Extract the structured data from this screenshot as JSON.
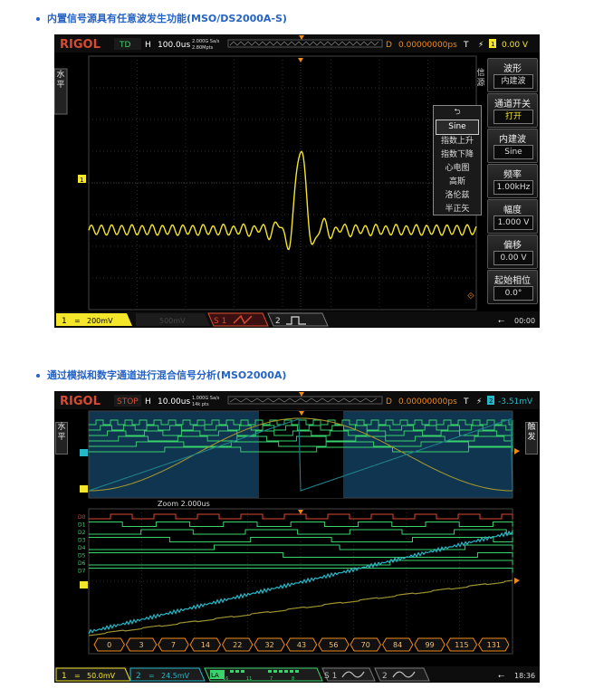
{
  "section1": {
    "heading": "内置信号源具有任意波发生功能(MSO/DS2000A-S)",
    "top_bar": {
      "brand": "RIGOL",
      "status": "TD",
      "horiz_label": "H",
      "timebase": "100.0us",
      "sample_rate": "2.000G Sa/s",
      "mem_depth": "2.80Mpts",
      "delay_label": "D",
      "delay_value": "0.00000000ps",
      "trig_label": "T",
      "trig_level": "0.00 V"
    },
    "left_tab": "水平",
    "menu_arrow": "⮌",
    "side_tab": "信源",
    "menu_items": [
      "Sine",
      "指数上升",
      "指数下降",
      "心电图",
      "高斯",
      "洛伦兹",
      "半正矢"
    ],
    "softkeys": [
      {
        "label": "波形",
        "value": "内建波"
      },
      {
        "label": "通道开关",
        "value": "打开"
      },
      {
        "label": "内建波",
        "value": "Sine"
      },
      {
        "label": "频率",
        "value": "1.00kHz"
      },
      {
        "label": "幅度",
        "value": "1.000 V"
      },
      {
        "label": "偏移",
        "value": "0.00 V"
      },
      {
        "label": "起始相位",
        "value": "0.0°"
      }
    ],
    "bottom_bar": {
      "ch1_num": "1",
      "ch1_scale": "200mV",
      "ch2_scale": "500mV",
      "src1": "S 1",
      "src2": "2",
      "time": "00:00"
    }
  },
  "section2": {
    "heading": "通过模拟和数字通道进行混合信号分析(MSO2000A)",
    "top_bar": {
      "brand": "RIGOL",
      "status": "STOP",
      "horiz_label": "H",
      "timebase": "10.00us",
      "sample_rate": "1.000G Sa/s",
      "mem_depth": "14k pts",
      "delay_label": "D",
      "delay_value": "0.00000000ps",
      "trig_label": "T",
      "trig_level": "-3.51mV"
    },
    "left_tab": "水平",
    "right_tab": "触发",
    "zoom_label": "Zoom  2.000us",
    "digital_channels": [
      "D0",
      "D1",
      "D2",
      "D3",
      "D4",
      "D5",
      "D6",
      "D7"
    ],
    "bus_values": [
      "0",
      "3",
      "7",
      "14",
      "22",
      "32",
      "43",
      "56",
      "70",
      "84",
      "99",
      "115",
      "131"
    ],
    "bottom_bar": {
      "ch1_num": "1",
      "ch1_scale": "50.0mV",
      "ch2_num": "2",
      "ch2_scale": "24.5mV",
      "la_label": "LA",
      "la_ch_a": "16",
      "la_ch_b": "11",
      "la_ch_c": "7",
      "la_ch_d": "8",
      "src1": "S 1",
      "src2": "2",
      "time": "18:36"
    }
  },
  "colors": {
    "ch1": "#f4e62a",
    "ch2": "#25b8c8",
    "digital": "#39d36b",
    "orange": "#f08a1a",
    "heading": "#2563c4"
  }
}
